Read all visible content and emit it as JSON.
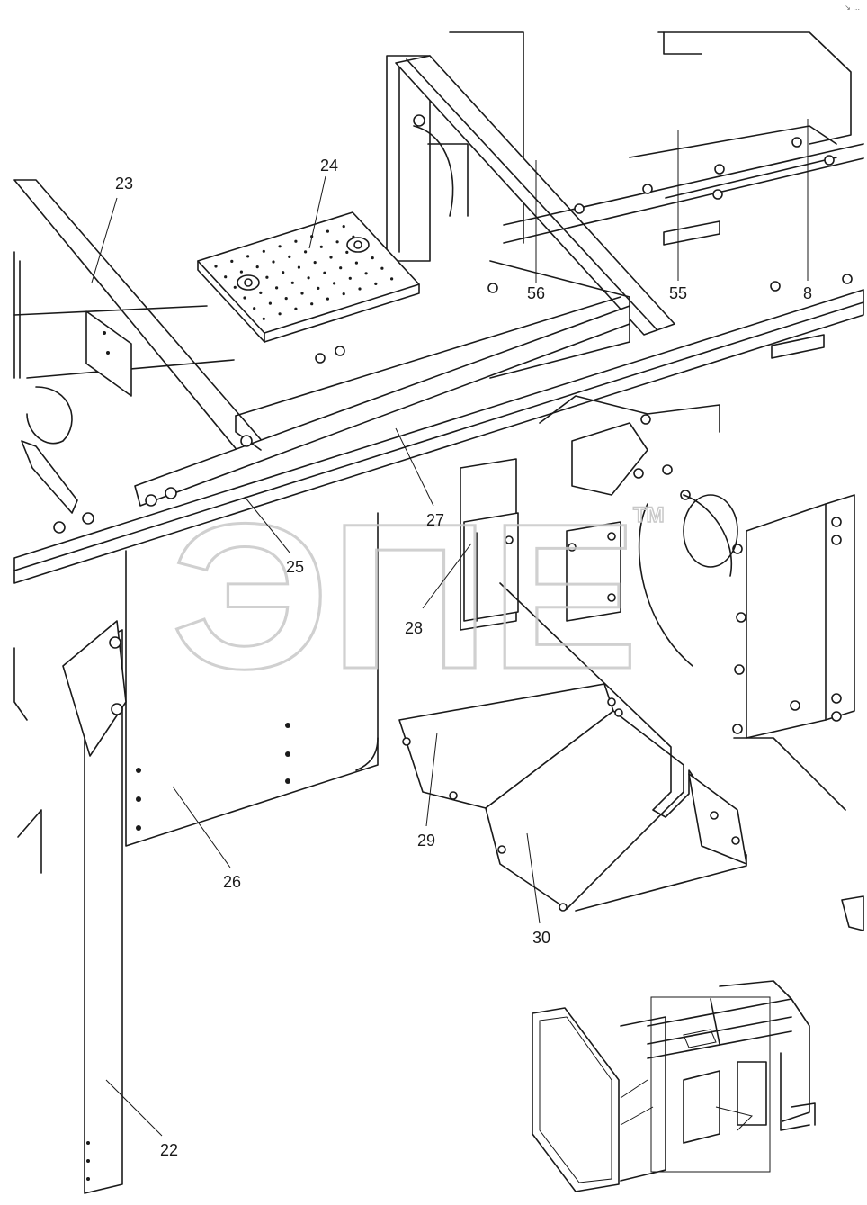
{
  "callouts": [
    {
      "id": "22",
      "label": "22"
    },
    {
      "id": "23",
      "label": "23"
    },
    {
      "id": "24",
      "label": "24"
    },
    {
      "id": "25",
      "label": "25"
    },
    {
      "id": "26",
      "label": "26"
    },
    {
      "id": "27",
      "label": "27"
    },
    {
      "id": "28",
      "label": "28"
    },
    {
      "id": "29",
      "label": "29"
    },
    {
      "id": "30",
      "label": "30"
    },
    {
      "id": "56",
      "label": "56"
    },
    {
      "id": "55",
      "label": "55"
    },
    {
      "id": "8",
      "label": "8"
    }
  ],
  "watermark": {
    "text": "ЭПЕ",
    "trademark": "TM"
  },
  "corner_mark": "↘ ..."
}
